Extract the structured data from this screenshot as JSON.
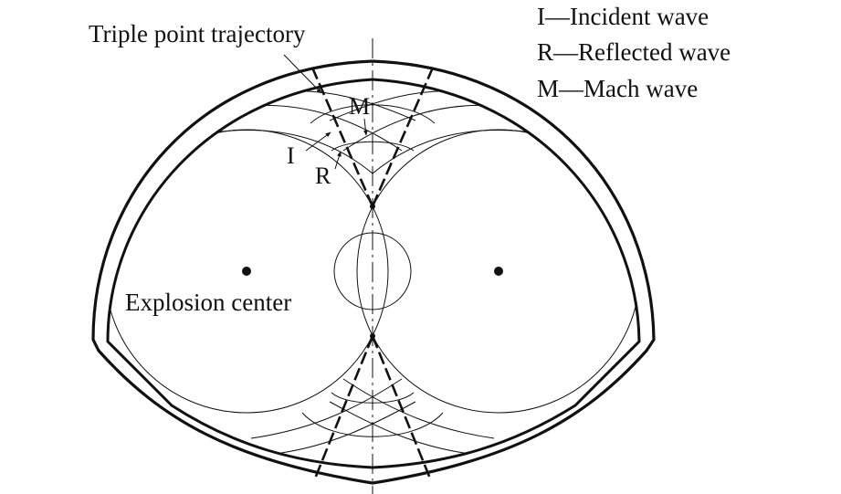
{
  "labels": {
    "triple_point": "Triple point trajectory",
    "explosion_center": "Explosion center",
    "wave_I": "I",
    "wave_R": "R",
    "wave_M": "M"
  },
  "legend": [
    {
      "symbol": "I",
      "text": "I—Incident wave"
    },
    {
      "symbol": "R",
      "text": "R—Reflected wave"
    },
    {
      "symbol": "M",
      "text": "M—Mach wave"
    }
  ],
  "colors": {
    "line": "#111111",
    "background": "#ffffff"
  }
}
